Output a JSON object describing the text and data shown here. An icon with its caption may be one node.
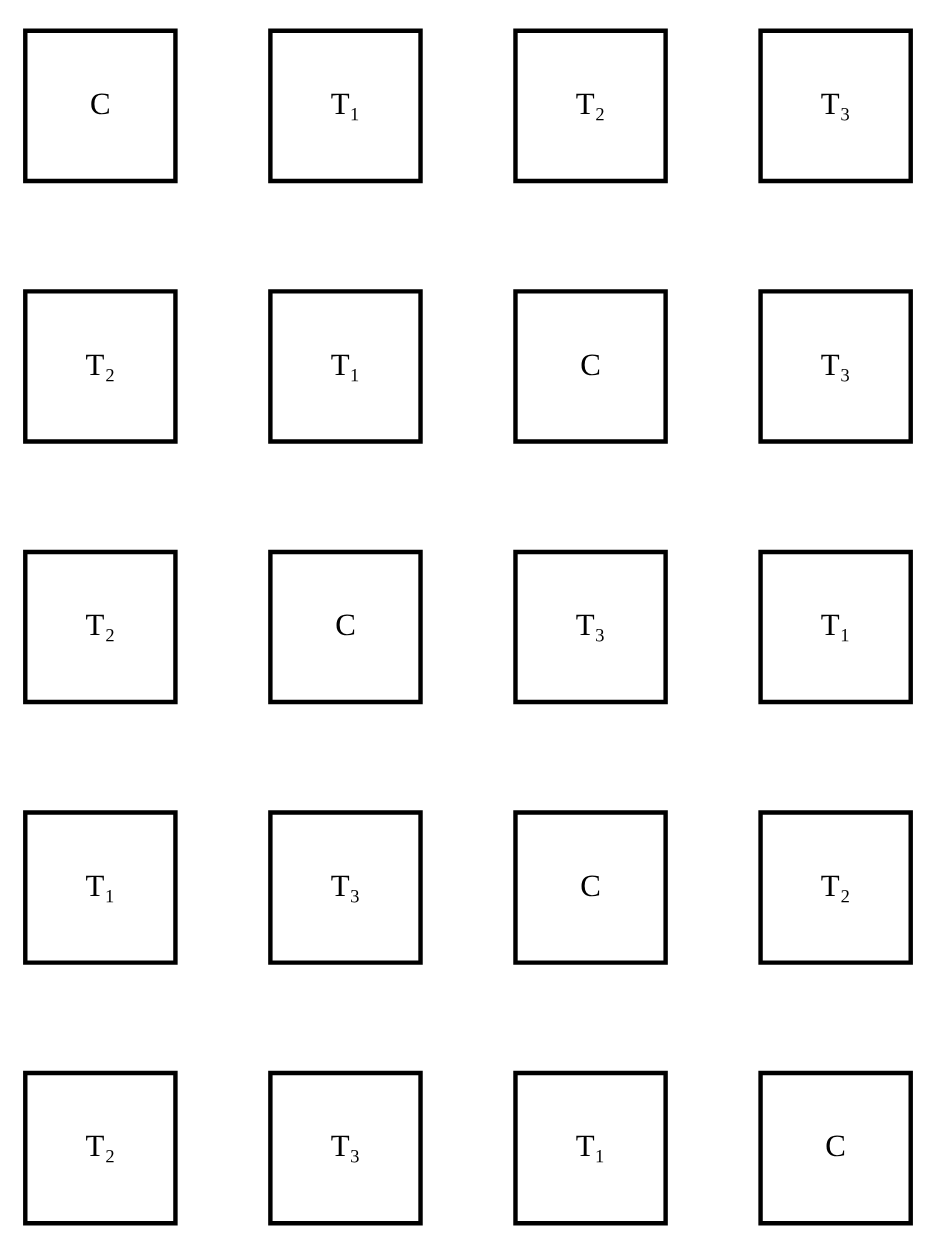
{
  "diagram": {
    "nodes": [
      {
        "text": [
          "C"
        ]
      },
      {
        "text": [
          "T₁"
        ]
      },
      {
        "text": [
          "T₂"
        ]
      },
      {
        "text": [
          "T₃"
        ]
      },
      {
        "text": [
          "T₂"
        ]
      },
      {
        "text": [
          "T₁"
        ]
      },
      {
        "text": [
          "C"
        ]
      },
      {
        "text": [
          "T₃"
        ]
      },
      {
        "text": [
          "T₂"
        ]
      },
      {
        "text": [
          "C"
        ]
      },
      {
        "text": [
          "T₃"
        ]
      },
      {
        "text": [
          "T₁"
        ]
      },
      {
        "text": [
          "T₁"
        ]
      },
      {
        "text": [
          "T₃"
        ]
      },
      {
        "text": [
          "C"
        ]
      },
      {
        "text": [
          "T₂"
        ]
      },
      {
        "text": [
          "T₂"
        ]
      },
      {
        "text": [
          "T₃"
        ]
      },
      {
        "text": [
          "T₁"
        ]
      },
      {
        "text": [
          "C"
        ]
      }
    ]
  }
}
